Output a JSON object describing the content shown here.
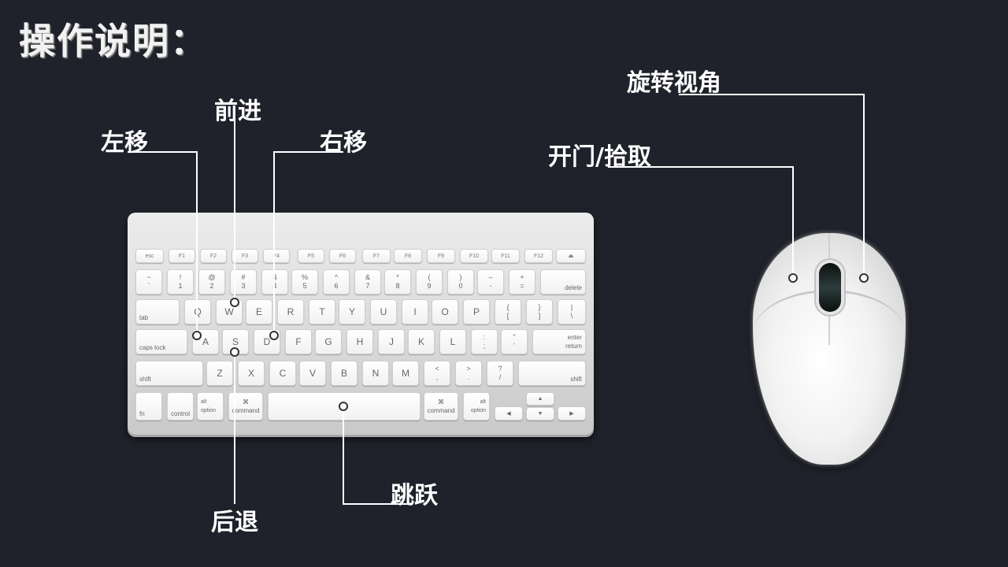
{
  "title": "操作说明：",
  "labels": {
    "left": "左移",
    "forward": "前进",
    "right": "右移",
    "back": "后退",
    "jump": "跳跃",
    "rotate": "旋转视角",
    "open_pick": "开门/拾取"
  },
  "keyboard": {
    "fn_row": [
      "esc",
      "F1",
      "F2",
      "F3",
      "F4",
      "F5",
      "F6",
      "F7",
      "F8",
      "F9",
      "F10",
      "F11",
      "F12",
      "⏏"
    ],
    "num_row": [
      {
        "top": "~",
        "bottom": "`"
      },
      {
        "top": "!",
        "bottom": "1"
      },
      {
        "top": "@",
        "bottom": "2"
      },
      {
        "top": "#",
        "bottom": "3"
      },
      {
        "top": "$",
        "bottom": "4"
      },
      {
        "top": "%",
        "bottom": "5"
      },
      {
        "top": "^",
        "bottom": "6"
      },
      {
        "top": "&",
        "bottom": "7"
      },
      {
        "top": "*",
        "bottom": "8"
      },
      {
        "top": "(",
        "bottom": "9"
      },
      {
        "top": ")",
        "bottom": "0"
      },
      {
        "top": "–",
        "bottom": "-"
      },
      {
        "top": "+",
        "bottom": "="
      }
    ],
    "delete": "delete",
    "tab": "tab",
    "row_q": [
      "Q",
      "W",
      "E",
      "R",
      "T",
      "Y",
      "U",
      "I",
      "O",
      "P"
    ],
    "row_q_extra": [
      {
        "top": "{",
        "bottom": "["
      },
      {
        "top": "}",
        "bottom": "]"
      },
      {
        "top": "|",
        "bottom": "\\"
      }
    ],
    "caps": "caps lock",
    "row_a": [
      "A",
      "S",
      "D",
      "F",
      "G",
      "H",
      "J",
      "K",
      "L"
    ],
    "row_a_extra": [
      {
        "top": ":",
        "bottom": ";"
      },
      {
        "top": "\"",
        "bottom": "'"
      }
    ],
    "return_top": "enter",
    "return_bottom": "return",
    "shift": "shift",
    "row_z": [
      "Z",
      "X",
      "C",
      "V",
      "B",
      "N",
      "M"
    ],
    "row_z_extra": [
      {
        "top": "<",
        "bottom": ","
      },
      {
        "top": ">",
        "bottom": "."
      },
      {
        "top": "?",
        "bottom": "/"
      }
    ],
    "bottom_row": {
      "fn": "fn",
      "control": "control",
      "alt": "alt",
      "option": "option",
      "cmd_symbol": "⌘",
      "command": "command"
    },
    "arrows": [
      "◀",
      "▲",
      "▼",
      "▶"
    ]
  }
}
